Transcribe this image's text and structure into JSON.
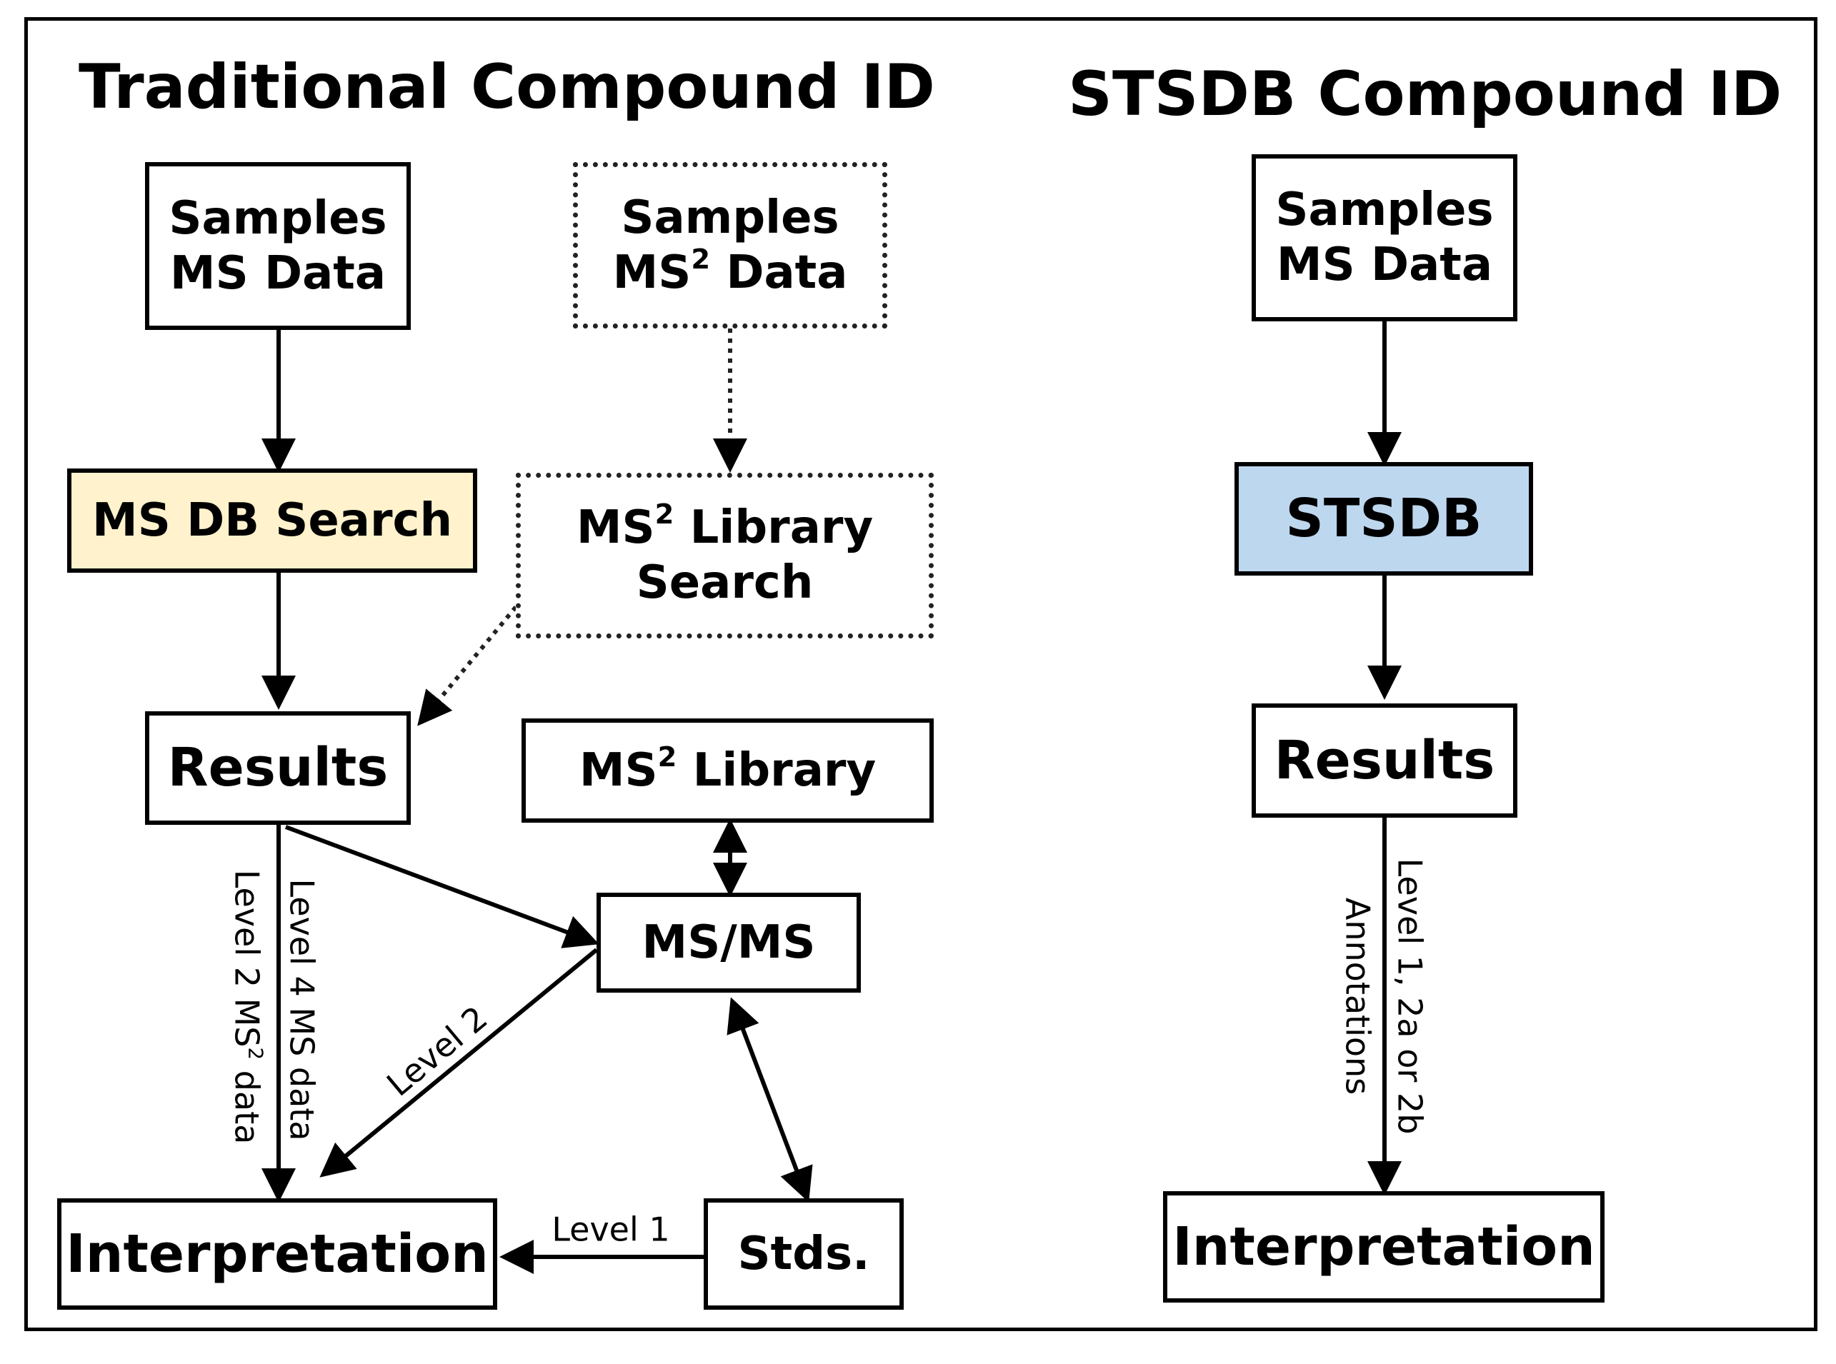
{
  "titles": {
    "traditional": "Traditional Compound ID",
    "stsdb": "STSDB Compound ID"
  },
  "nodes": {
    "t_samples": {
      "line1": "Samples",
      "line2": "MS Data"
    },
    "t_samples_ms2": {
      "line1": "Samples",
      "line2_pre": "MS",
      "line2_sup": "2",
      "line2_post": " Data"
    },
    "t_ms_db_search": {
      "label": "MS DB Search"
    },
    "t_ms2_library_search": {
      "line1_pre": "MS",
      "line1_sup": "2",
      "line1_post": " Library",
      "line2": "Search"
    },
    "t_results": {
      "label": "Results"
    },
    "t_ms2_library": {
      "pre": "MS",
      "sup": "2",
      "post": " Library"
    },
    "t_msms": {
      "label": "MS/MS"
    },
    "t_interpretation": {
      "label": "Interpretation"
    },
    "t_stds": {
      "label": "Stds."
    },
    "s_samples": {
      "line1": "Samples",
      "line2": "MS Data"
    },
    "s_stsdb": {
      "label": "STSDB"
    },
    "s_results": {
      "label": "Results"
    },
    "s_interpretation": {
      "label": "Interpretation"
    }
  },
  "edge_labels": {
    "level4": "Level 4 MS data",
    "level2_ms2_pre": "Level 2 MS",
    "level2_ms2_sup": "2",
    "level2_ms2_post": " data",
    "level2": "Level 2",
    "level1": "Level 1",
    "stsdb_level": "Level 1, 2a or 2b",
    "stsdb_annotations": "Annotations"
  },
  "colors": {
    "ms_db_search_fill": "#FFF2CC",
    "stsdb_fill": "#BDD7EE",
    "line": "#000000",
    "dotted_line": "#222222"
  }
}
